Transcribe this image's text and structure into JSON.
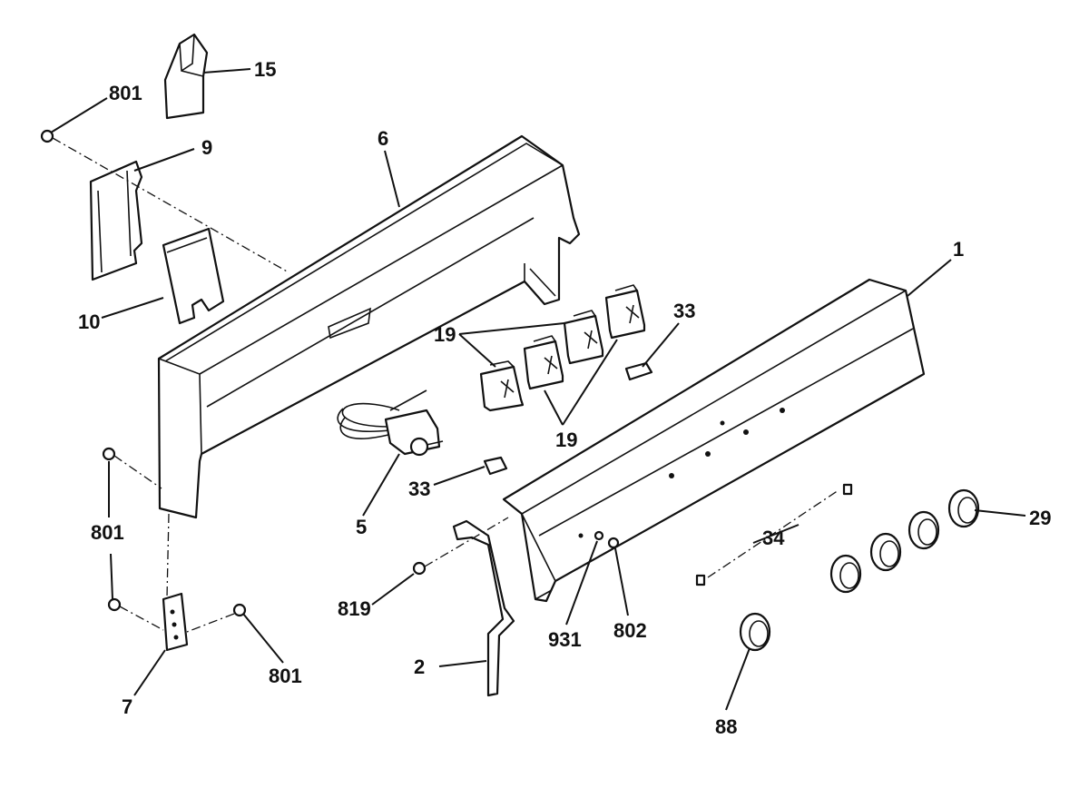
{
  "labels": {
    "l15": "15",
    "l801a": "801",
    "l9": "9",
    "l6": "6",
    "l1": "1",
    "l10": "10",
    "l19a": "19",
    "l19b": "19",
    "l33a": "33",
    "l33b": "33",
    "l5": "5",
    "l801b": "801",
    "l801c": "801",
    "l7": "7",
    "l819": "819",
    "l2": "2",
    "l931": "931",
    "l802": "802",
    "l34": "34",
    "l29": "29",
    "l88": "88"
  }
}
